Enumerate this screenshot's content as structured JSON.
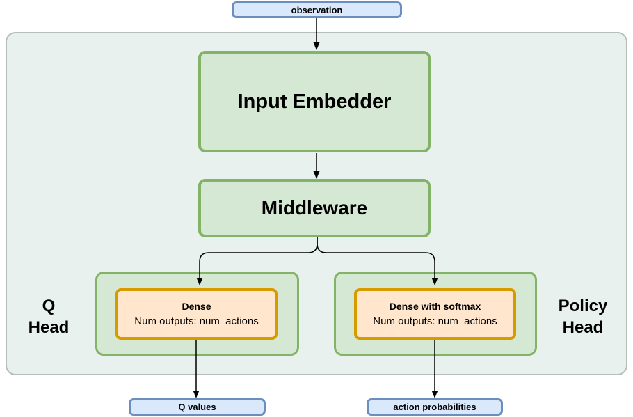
{
  "diagram": {
    "nodes": {
      "observation": {
        "label": "observation"
      },
      "input_embedder": {
        "label": "Input Embedder"
      },
      "middleware": {
        "label": "Middleware"
      },
      "q_dense": {
        "title": "Dense",
        "subtitle": "Num outputs: num_actions"
      },
      "policy_dense": {
        "title": "Dense with softmax",
        "subtitle": "Num outputs: num_actions"
      },
      "q_values": {
        "label": "Q values"
      },
      "action_probabilities": {
        "label": "action probabilities"
      }
    },
    "labels": {
      "q_head": {
        "line1": "Q",
        "line2": "Head"
      },
      "policy_head": {
        "line1": "Policy",
        "line2": "Head"
      }
    },
    "colors": {
      "container_fill": "#e8f1ee",
      "container_border": "#b6bebb",
      "green_fill": "#d5e8d4",
      "green_border": "#82b366",
      "orange_fill": "#ffe6cc",
      "orange_border": "#d79b00",
      "blue_fill": "#dae8fc",
      "blue_border": "#6c8ebf",
      "arrow": "#000000"
    }
  }
}
